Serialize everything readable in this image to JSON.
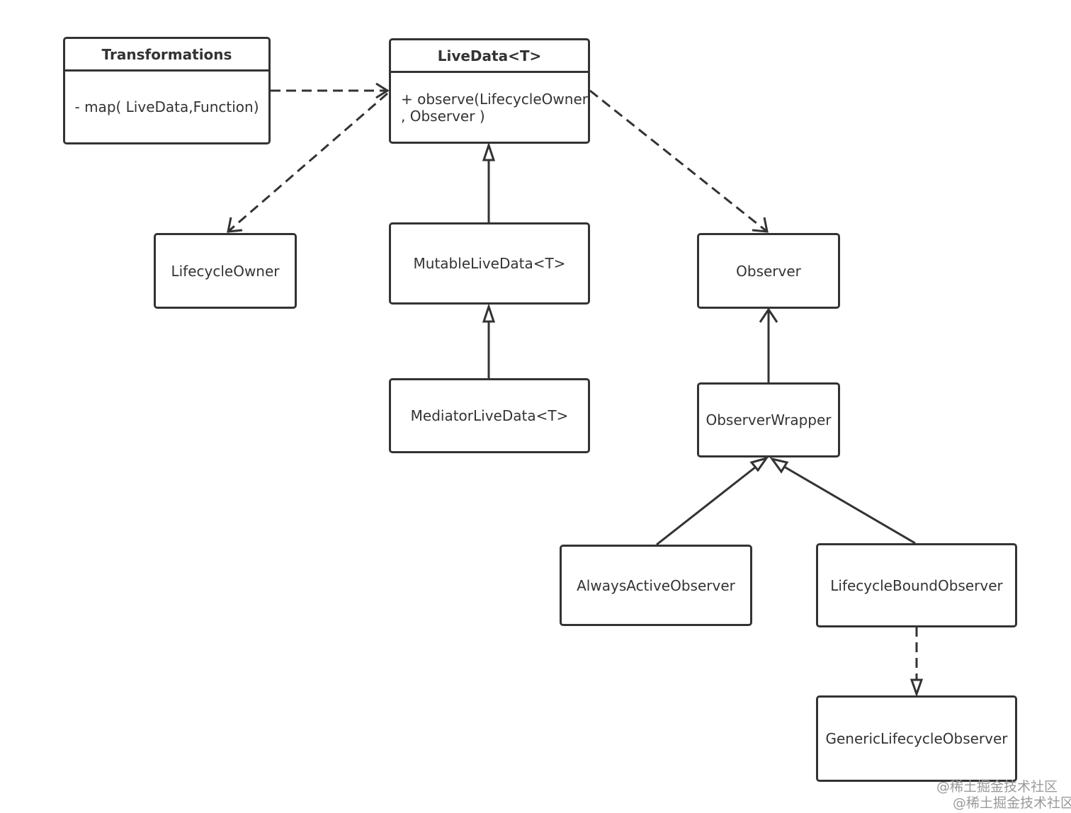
{
  "classes": {
    "transformations": {
      "title": "Transformations",
      "method": "- map( LiveData,Function)"
    },
    "livedata": {
      "title": "LiveData<T>",
      "method_line1": "+ observe(LifecycleOwner",
      "method_line2": ", Observer )"
    },
    "lifecycle_owner": {
      "label": "LifecycleOwner"
    },
    "mutable_livedata": {
      "label": "MutableLiveData<T>"
    },
    "mediator_livedata": {
      "label": "MediatorLiveData<T>"
    },
    "observer": {
      "label": "Observer"
    },
    "observer_wrapper": {
      "label": "ObserverWrapper"
    },
    "always_active_observer": {
      "label": "AlwaysActiveObserver"
    },
    "lifecycle_bound_observer": {
      "label": "LifecycleBoundObserver"
    },
    "generic_lifecycle_observer": {
      "label": "GenericLifecycleObserver"
    }
  },
  "watermark": {
    "line1": "@稀土掘金技术社区",
    "line2": "@稀土掘金技术社区"
  }
}
